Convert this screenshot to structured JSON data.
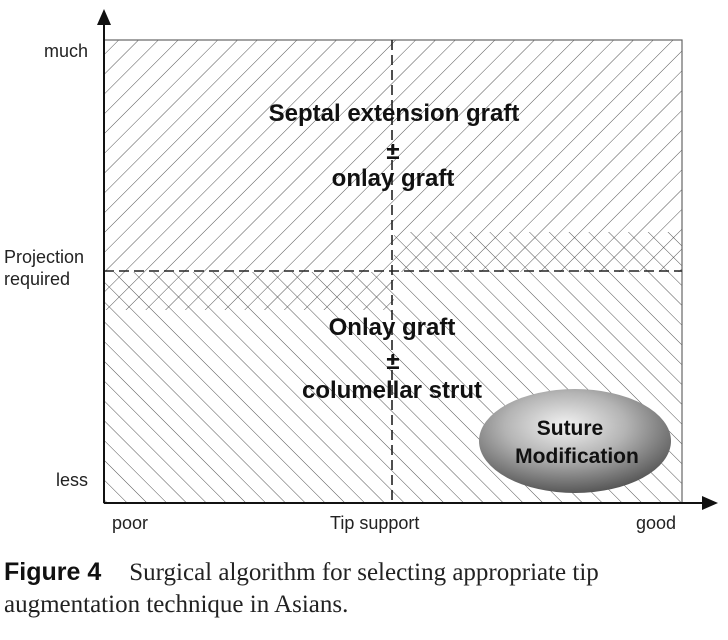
{
  "diagram": {
    "y_axis": {
      "top_label": "much",
      "middle_label": "Projection required",
      "bottom_label": "less"
    },
    "x_axis": {
      "left_label": "poor",
      "middle_label": "Tip support",
      "right_label": "good"
    },
    "regions": {
      "upper": {
        "line1": "Septal extension graft",
        "connector": "±",
        "line2": "onlay graft"
      },
      "lower": {
        "line1": "Onlay graft",
        "connector": "±",
        "line2": "columellar strut"
      },
      "ellipse": {
        "line1": "Suture",
        "line2": "Modification"
      }
    }
  },
  "caption": {
    "label": "Figure 4",
    "text": "Surgical algorithm for selecting appropriate tip augmentation technique in Asians."
  }
}
